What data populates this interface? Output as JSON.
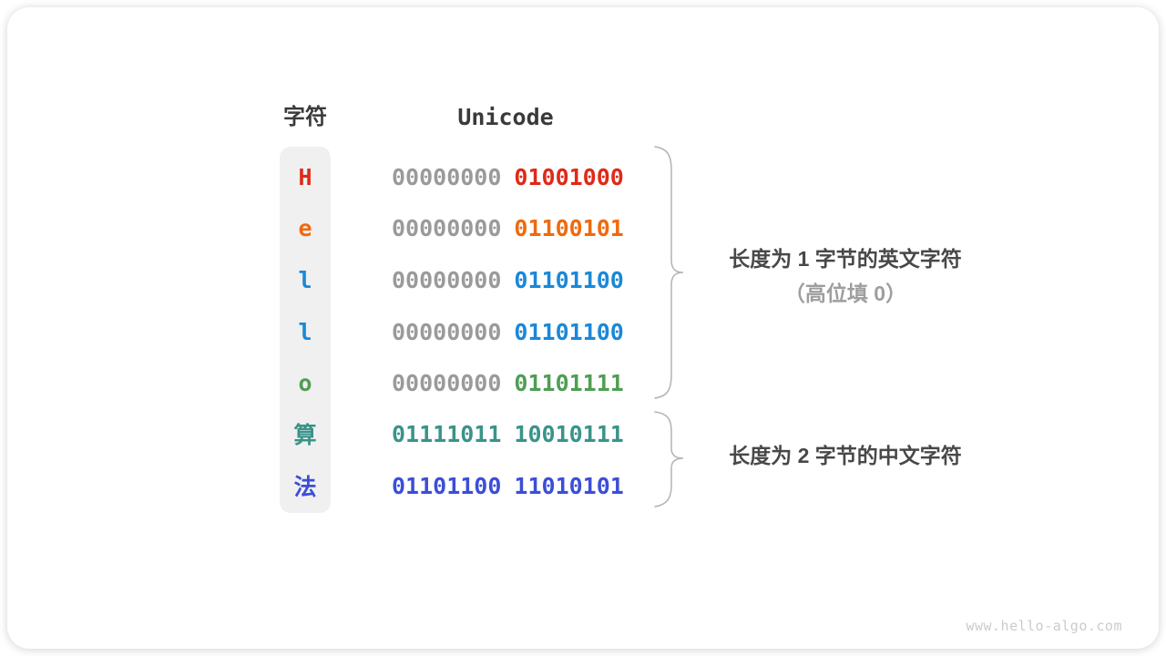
{
  "table": {
    "col_char_header": "字符",
    "col_unicode_header": "Unicode",
    "rows": [
      {
        "char": "H",
        "char_color": "#e02918",
        "bytes": [
          {
            "text": "00000000",
            "color": "#9a9a9a"
          },
          {
            "text": "01001000",
            "color": "#e02918"
          }
        ]
      },
      {
        "char": "e",
        "char_color": "#ef6a0e",
        "bytes": [
          {
            "text": "00000000",
            "color": "#9a9a9a"
          },
          {
            "text": "01100101",
            "color": "#ef6a0e"
          }
        ]
      },
      {
        "char": "l",
        "char_color": "#1a88d8",
        "bytes": [
          {
            "text": "00000000",
            "color": "#9a9a9a"
          },
          {
            "text": "01101100",
            "color": "#1a88d8"
          }
        ]
      },
      {
        "char": "l",
        "char_color": "#1a88d8",
        "bytes": [
          {
            "text": "00000000",
            "color": "#9a9a9a"
          },
          {
            "text": "01101100",
            "color": "#1a88d8"
          }
        ]
      },
      {
        "char": "o",
        "char_color": "#4f9e53",
        "bytes": [
          {
            "text": "00000000",
            "color": "#9a9a9a"
          },
          {
            "text": "01101111",
            "color": "#4f9e53"
          }
        ]
      },
      {
        "char": "算",
        "char_color": "#3a9388",
        "bytes": [
          {
            "text": "01111011",
            "color": "#3a9388"
          },
          {
            "text": "10010111",
            "color": "#3a9388"
          }
        ]
      },
      {
        "char": "法",
        "char_color": "#3b4ed8",
        "bytes": [
          {
            "text": "01101100",
            "color": "#3b4ed8"
          },
          {
            "text": "11010101",
            "color": "#3b4ed8"
          }
        ]
      }
    ]
  },
  "annotations": {
    "english_group": {
      "line1": "长度为 1 字节的英文字符",
      "line1_color": "#484848",
      "line2": "（高位填 0）",
      "line2_color": "#9e9e9e"
    },
    "chinese_group": {
      "line1": "长度为 2 字节的中文字符",
      "line1_color": "#484848"
    }
  },
  "watermark": "www.hello-algo.com",
  "colors": {
    "card_background": "#ffffff",
    "char_column_background": "#f0f0f0",
    "brace_stroke": "#b3b3b3",
    "header_text": "#3a3a3a",
    "gray_byte": "#9a9a9a"
  }
}
